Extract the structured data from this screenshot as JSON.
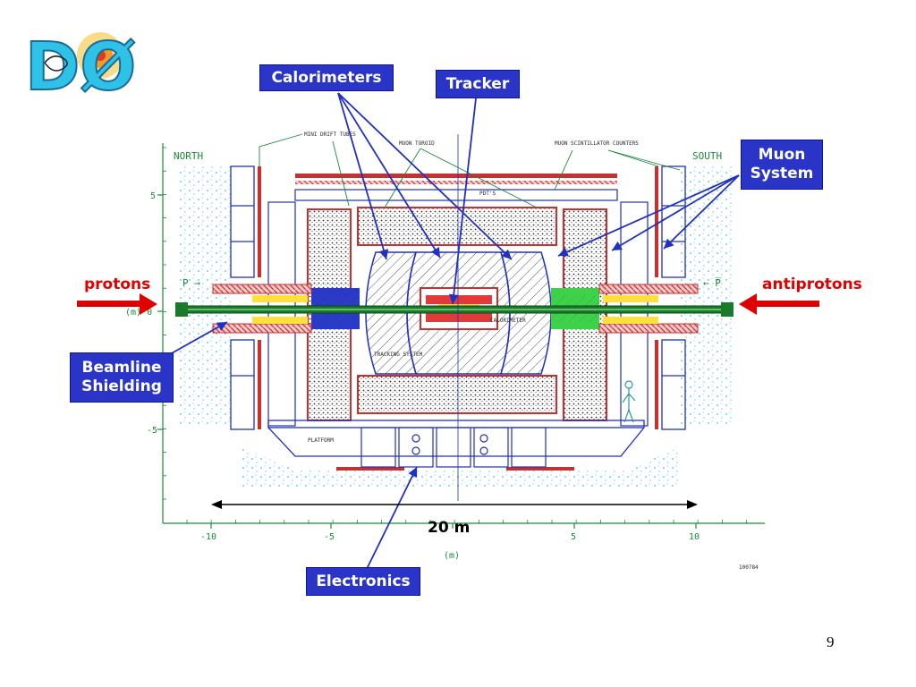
{
  "slide": {
    "page_number": "9",
    "logo_text": "DØ"
  },
  "callouts": {
    "calorimeters": "Calorimeters",
    "tracker": "Tracker",
    "muon_system_line1": "Muon",
    "muon_system_line2": "System",
    "beamline_line1": "Beamline",
    "beamline_line2": "Shielding",
    "electronics": "Electronics"
  },
  "beams": {
    "protons": "protons",
    "antiprotons": "antiprotons"
  },
  "scale": {
    "length_label": "20 m"
  },
  "drawing": {
    "north": "NORTH",
    "south": "SOUTH",
    "p_label": "P →",
    "pbar_label": "← P̅",
    "m0_label": "(m) 0",
    "y_ticks": [
      "5",
      "-5"
    ],
    "x_ticks": [
      "-10",
      "-5",
      "5",
      "10"
    ],
    "x_unit": "(m)",
    "mini_drift_tubes": "MINI DRIFT TUBES",
    "muon_toroid": "MUON TOROID",
    "muon_scint": "MUON SCINTILLATOR COUNTERS",
    "pdts": "PDT'S",
    "calorimeter": "CALORIMETER",
    "tracking_system": "TRACKING SYSTEM",
    "platform": "PLATFORM",
    "drawing_id": "100784"
  },
  "colors": {
    "callout_bg": "#2a35c8",
    "beam_red": "#e00000",
    "drawing_green": "#1a8a3a",
    "toroid_red": "#c83030",
    "blue_line": "#2030c0"
  }
}
